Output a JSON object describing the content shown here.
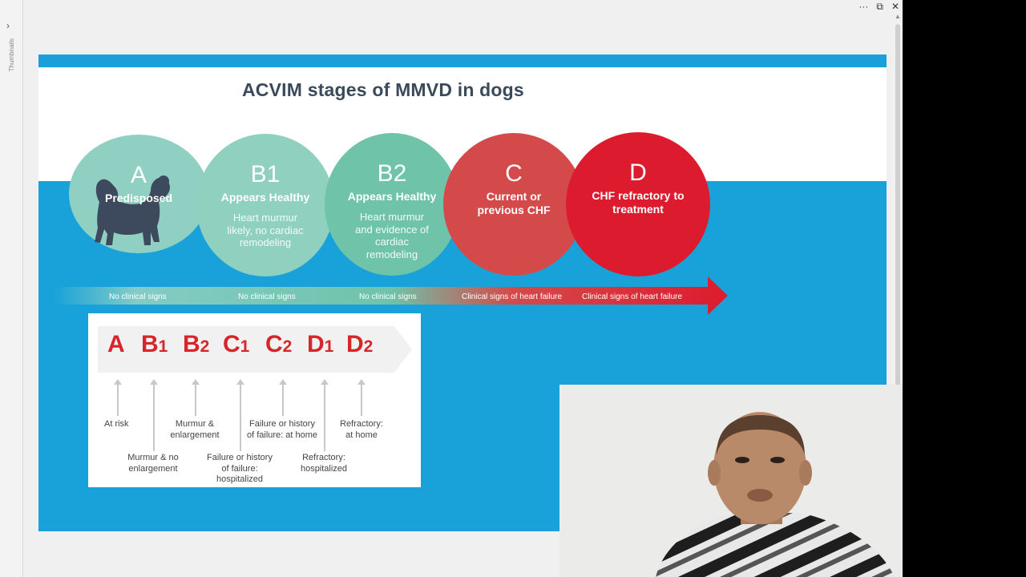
{
  "window": {
    "controls": [
      "···",
      "⧉",
      "✕"
    ],
    "sidebar_toggle": "›",
    "sidebar_label": "Thumbnails"
  },
  "slide": {
    "title": "ACVIM stages of MMVD in dogs",
    "stages": [
      {
        "letter": "A",
        "subtitle": "Predisposed",
        "description": ""
      },
      {
        "letter": "B1",
        "subtitle": "Appears Healthy",
        "description": "Heart murmur likely, no cardiac remodeling"
      },
      {
        "letter": "B2",
        "subtitle": "Appears Healthy",
        "description": "Heart murmur and evidence of cardiac remodeling"
      },
      {
        "letter": "C",
        "subtitle": "Current or previous CHF",
        "description": ""
      },
      {
        "letter": "D",
        "subtitle": "CHF refractory to treatment",
        "description": ""
      }
    ],
    "signs": [
      "No clinical signs",
      "No clinical signs",
      "No clinical signs",
      "Clinical signs of heart failure",
      "Clinical signs of heart failure"
    ],
    "colors": {
      "slide_bg": "#19a2da",
      "stage_a": "#8fd0c2",
      "stage_b1": "#8fd0bf",
      "stage_b2": "#6ec3a9",
      "stage_c": "#d44a4a",
      "stage_d": "#dd1b2e",
      "dog": "#3d4a5e"
    },
    "dog_icon": "dog-silhouette-icon"
  },
  "substages": {
    "labels": [
      {
        "main": "A",
        "sub": ""
      },
      {
        "main": "B",
        "sub": "1"
      },
      {
        "main": "B",
        "sub": "2"
      },
      {
        "main": "C",
        "sub": "1"
      },
      {
        "main": "C",
        "sub": "2"
      },
      {
        "main": "D",
        "sub": "1"
      },
      {
        "main": "D",
        "sub": "2"
      }
    ],
    "notes": [
      "At risk",
      "Murmur & no enlargement",
      "Murmur & enlargement",
      "Failure or history of failure: hospitalized",
      "Failure or history of failure: at home",
      "Refractory: hospitalized",
      "Refractory: at home"
    ],
    "color": "#d7262b"
  },
  "webcam": {
    "description_icon": "presenter-video-feed"
  }
}
